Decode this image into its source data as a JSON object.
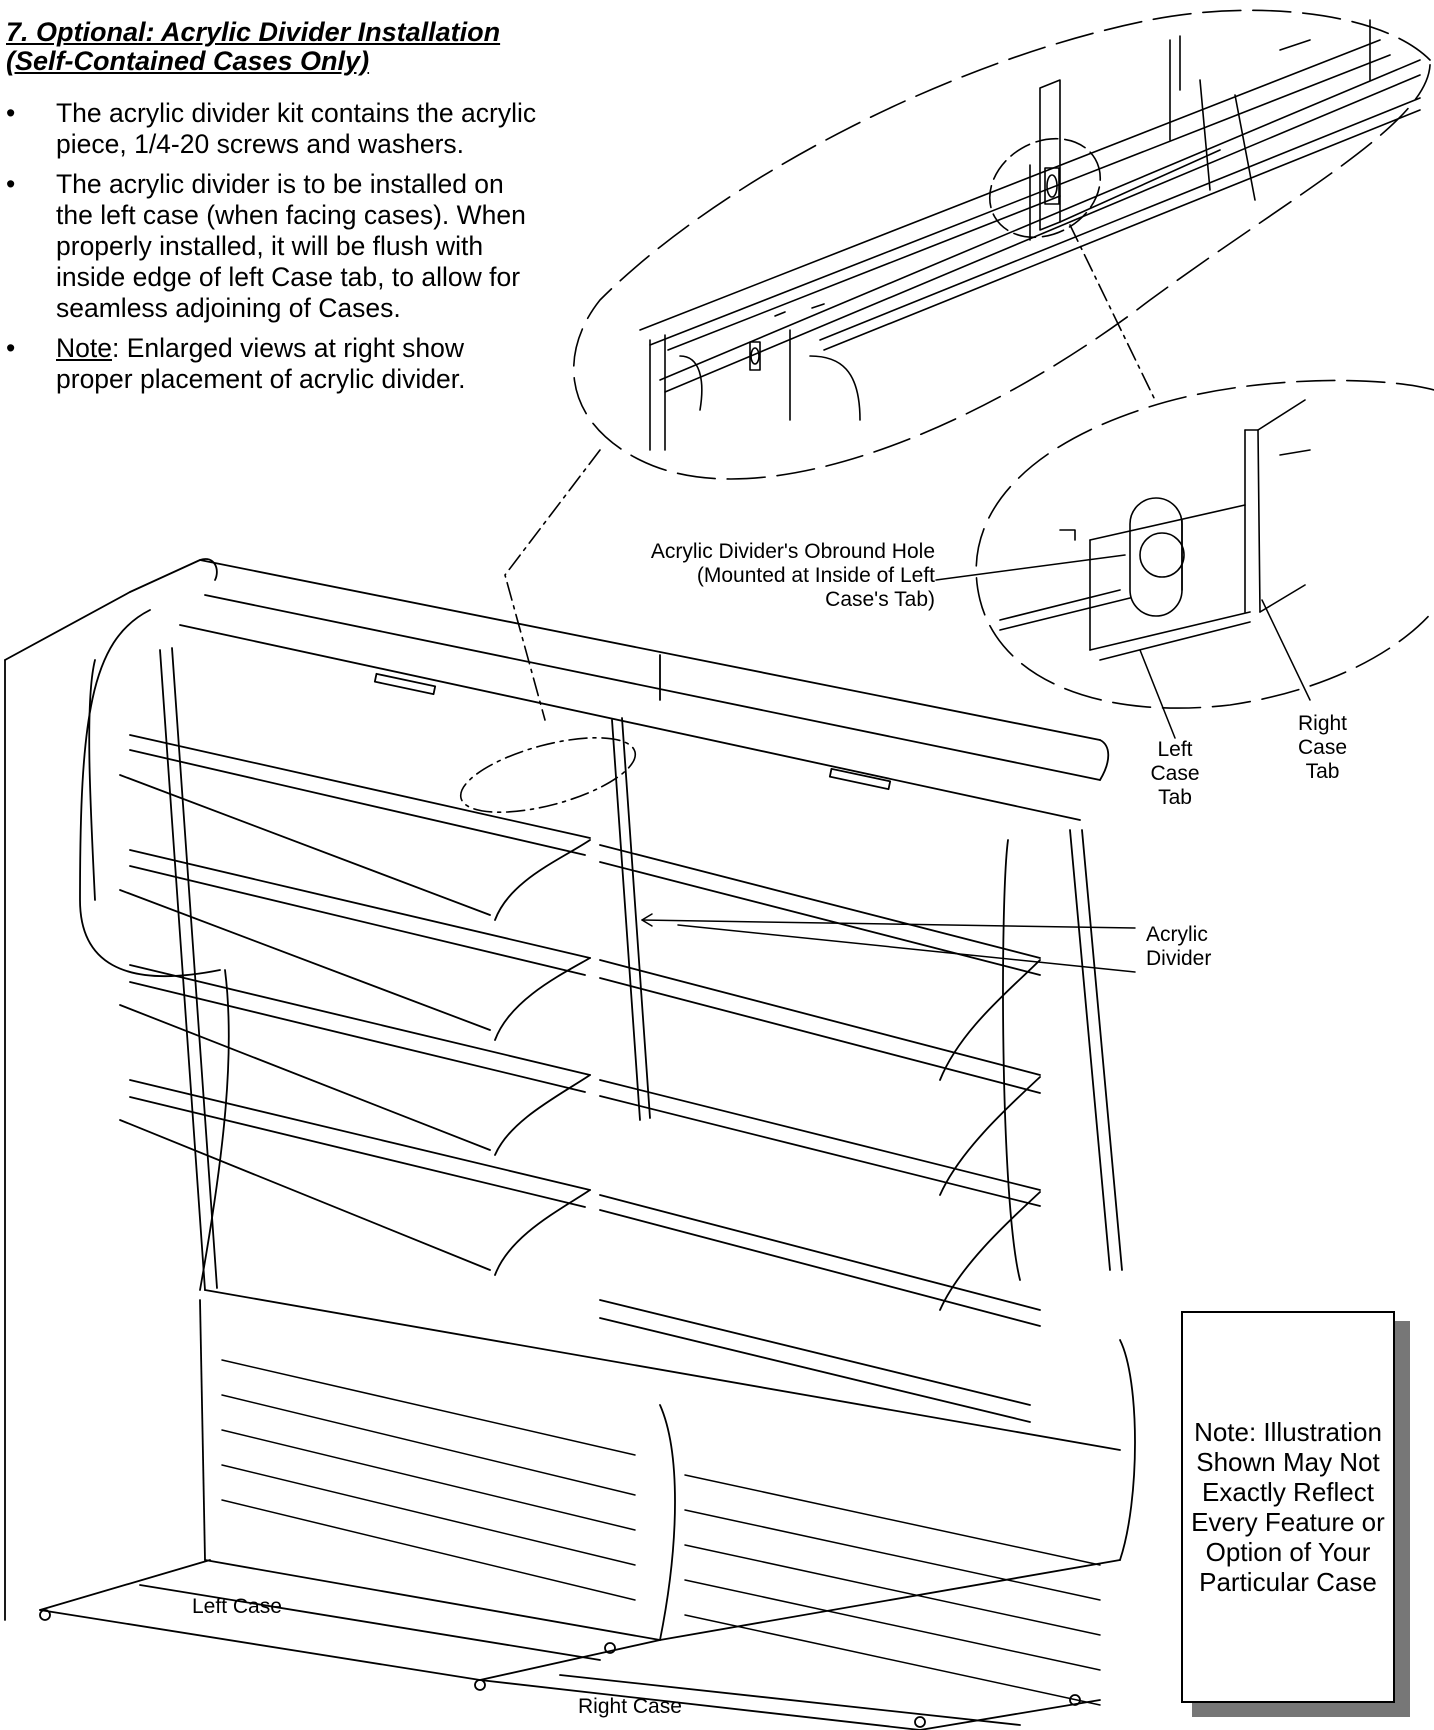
{
  "heading": {
    "line1": "7. Optional: Acrylic Divider Installation",
    "line2": "(Self-Contained Cases Only)"
  },
  "bullets": [
    {
      "text": "The acrylic divider kit contains the acrylic piece, 1/4-20 screws and washers."
    },
    {
      "text": "The acrylic divider is to be installed on the left case (when facing cases). When properly installed, it will be flush with inside edge of left Case tab, to allow for seamless adjoining of Cases."
    },
    {
      "prefix": "Note",
      "text": ": Enlarged views at right show proper placement of acrylic divider."
    }
  ],
  "bullet_glyph": "•",
  "callouts": {
    "obround_hole": "Acrylic Divider's Obround Hole (Mounted at Inside of Left Case's Tab)",
    "left_case_tab": "Left Case Tab",
    "right_case_tab": "Right Case Tab",
    "acrylic_divider": "Acrylic Divider"
  },
  "case_labels": {
    "left": "Left Case",
    "right": "Right Case"
  },
  "note_box": "Note: Illustration Shown May Not Exactly Reflect Every Feature or Option of Your Particular Case",
  "colors": {
    "ink": "#000000",
    "shadow": "#777777",
    "paper": "#ffffff"
  }
}
